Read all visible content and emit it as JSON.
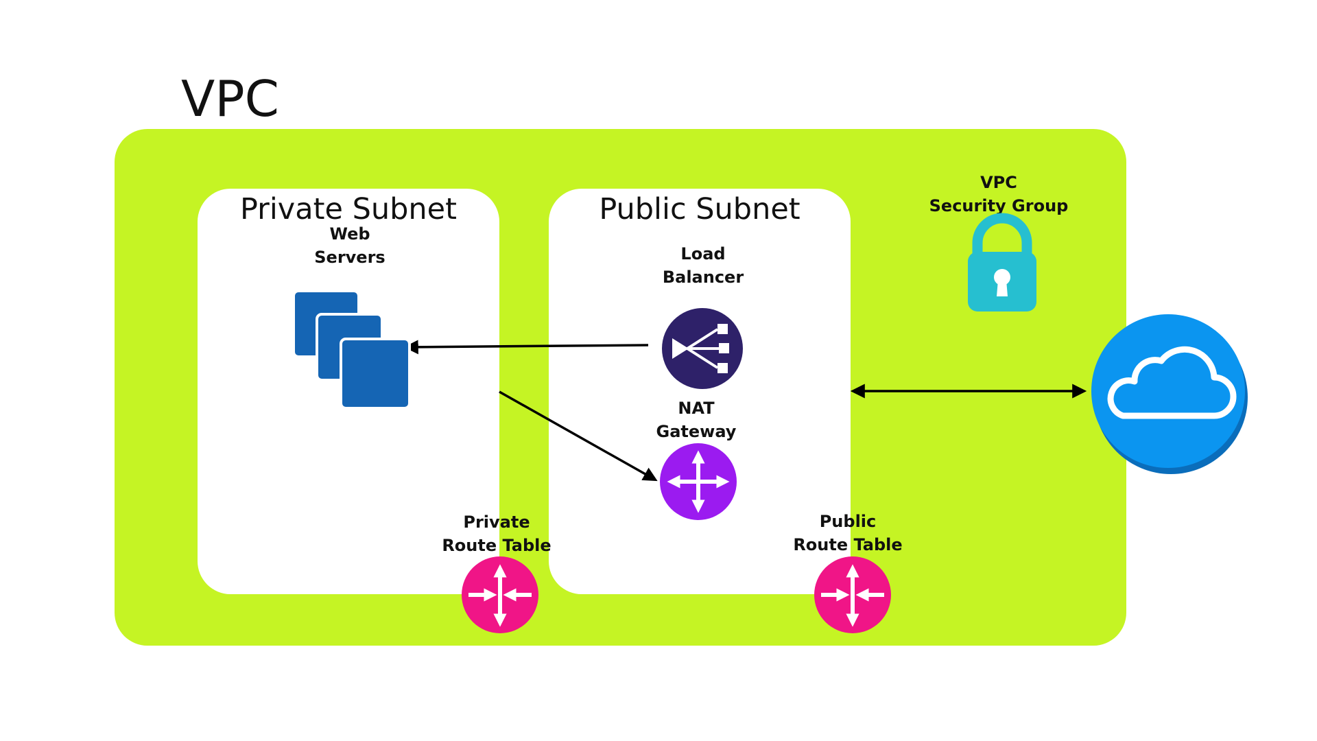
{
  "diagram": {
    "title": "VPC",
    "colors": {
      "vpc_fill": "#c5f424",
      "web_server": "#1565b4",
      "load_balancer": "#2e2169",
      "nat_gateway": "#9b1bf0",
      "route_table": "#f01587",
      "lock": "#26bfd0",
      "cloud": "#0b95f0"
    },
    "private_subnet": {
      "title": "Private Subnet",
      "web_servers_label": [
        "Web",
        "Servers"
      ],
      "route_table_label": [
        "Private",
        "Route Table"
      ]
    },
    "public_subnet": {
      "title": "Public Subnet",
      "load_balancer_label": [
        "Load",
        "Balancer"
      ],
      "nat_gateway_label": [
        "NAT",
        "Gateway"
      ],
      "route_table_label": [
        "Public",
        "Route Table"
      ]
    },
    "security_group_label": [
      "VPC",
      "Security Group"
    ],
    "icons": {
      "web_servers": "server-stack-icon",
      "load_balancer": "load-balancer-icon",
      "nat_gateway": "nat-gateway-icon",
      "private_route_table": "route-table-icon",
      "public_route_table": "route-table-icon",
      "security_group": "lock-icon",
      "internet": "cloud-icon"
    }
  }
}
